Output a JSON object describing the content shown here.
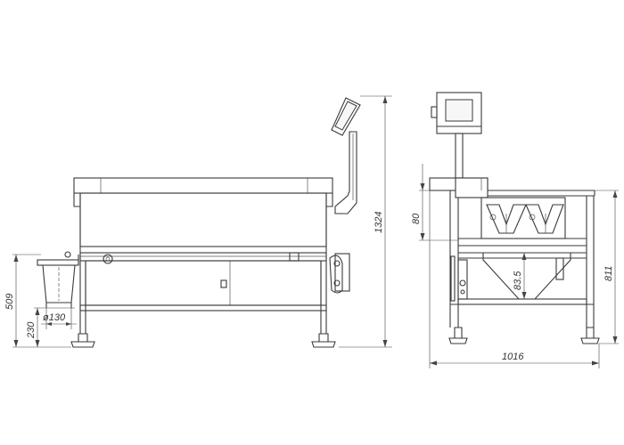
{
  "dimensions": {
    "left_height_509": "509",
    "left_height_230": "230",
    "bin_diameter": "ø130",
    "overall_height": "1324",
    "top_section_80": "80",
    "hopper_83_5": "83.5",
    "side_height_811": "811",
    "side_width_1016": "1016"
  }
}
